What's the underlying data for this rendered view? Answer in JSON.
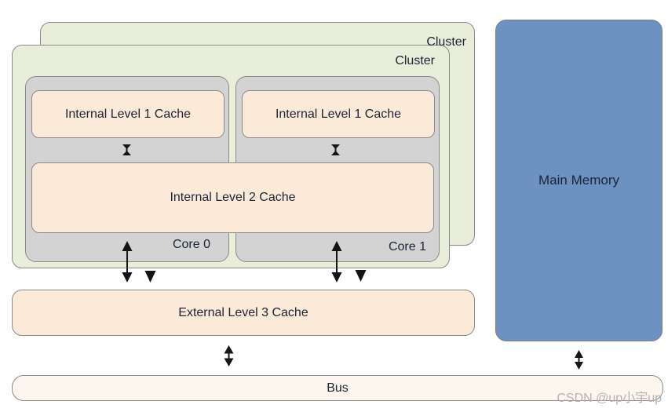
{
  "diagram": {
    "title_context": "CPU cache hierarchy diagram",
    "clusters": {
      "back_label": "Cluster",
      "front_label": "Cluster"
    },
    "cores": [
      {
        "label": "Core 0",
        "l1_label": "Internal Level 1 Cache"
      },
      {
        "label": "Core 1",
        "l1_label": "Internal Level 1 Cache"
      }
    ],
    "l2_label": "Internal Level 2 Cache",
    "l3_label": "External Level 3 Cache",
    "main_memory_label": "Main Memory",
    "bus_label": "Bus",
    "watermark": "CSDN @up小宇up"
  },
  "icons": [
    "compress-arrow-icon (between L1 and L2)",
    "double-arrow-vertical-icon (core to L3, L3 to bus, memory to bus)",
    "arrowhead-down-icon (hidden back-cluster link)"
  ],
  "colors": {
    "cluster_green": "#e8eeda",
    "core_gray": "#d3d3d3",
    "cache_peach": "#fcead9",
    "bus_fill": "#fdf6ef",
    "memory_blue": "#6d91c1",
    "border_gray": "#8a8a8a",
    "text_dark": "#1b2536",
    "arrow_black": "#141414",
    "watermark_gray": "#b5b2b5"
  }
}
